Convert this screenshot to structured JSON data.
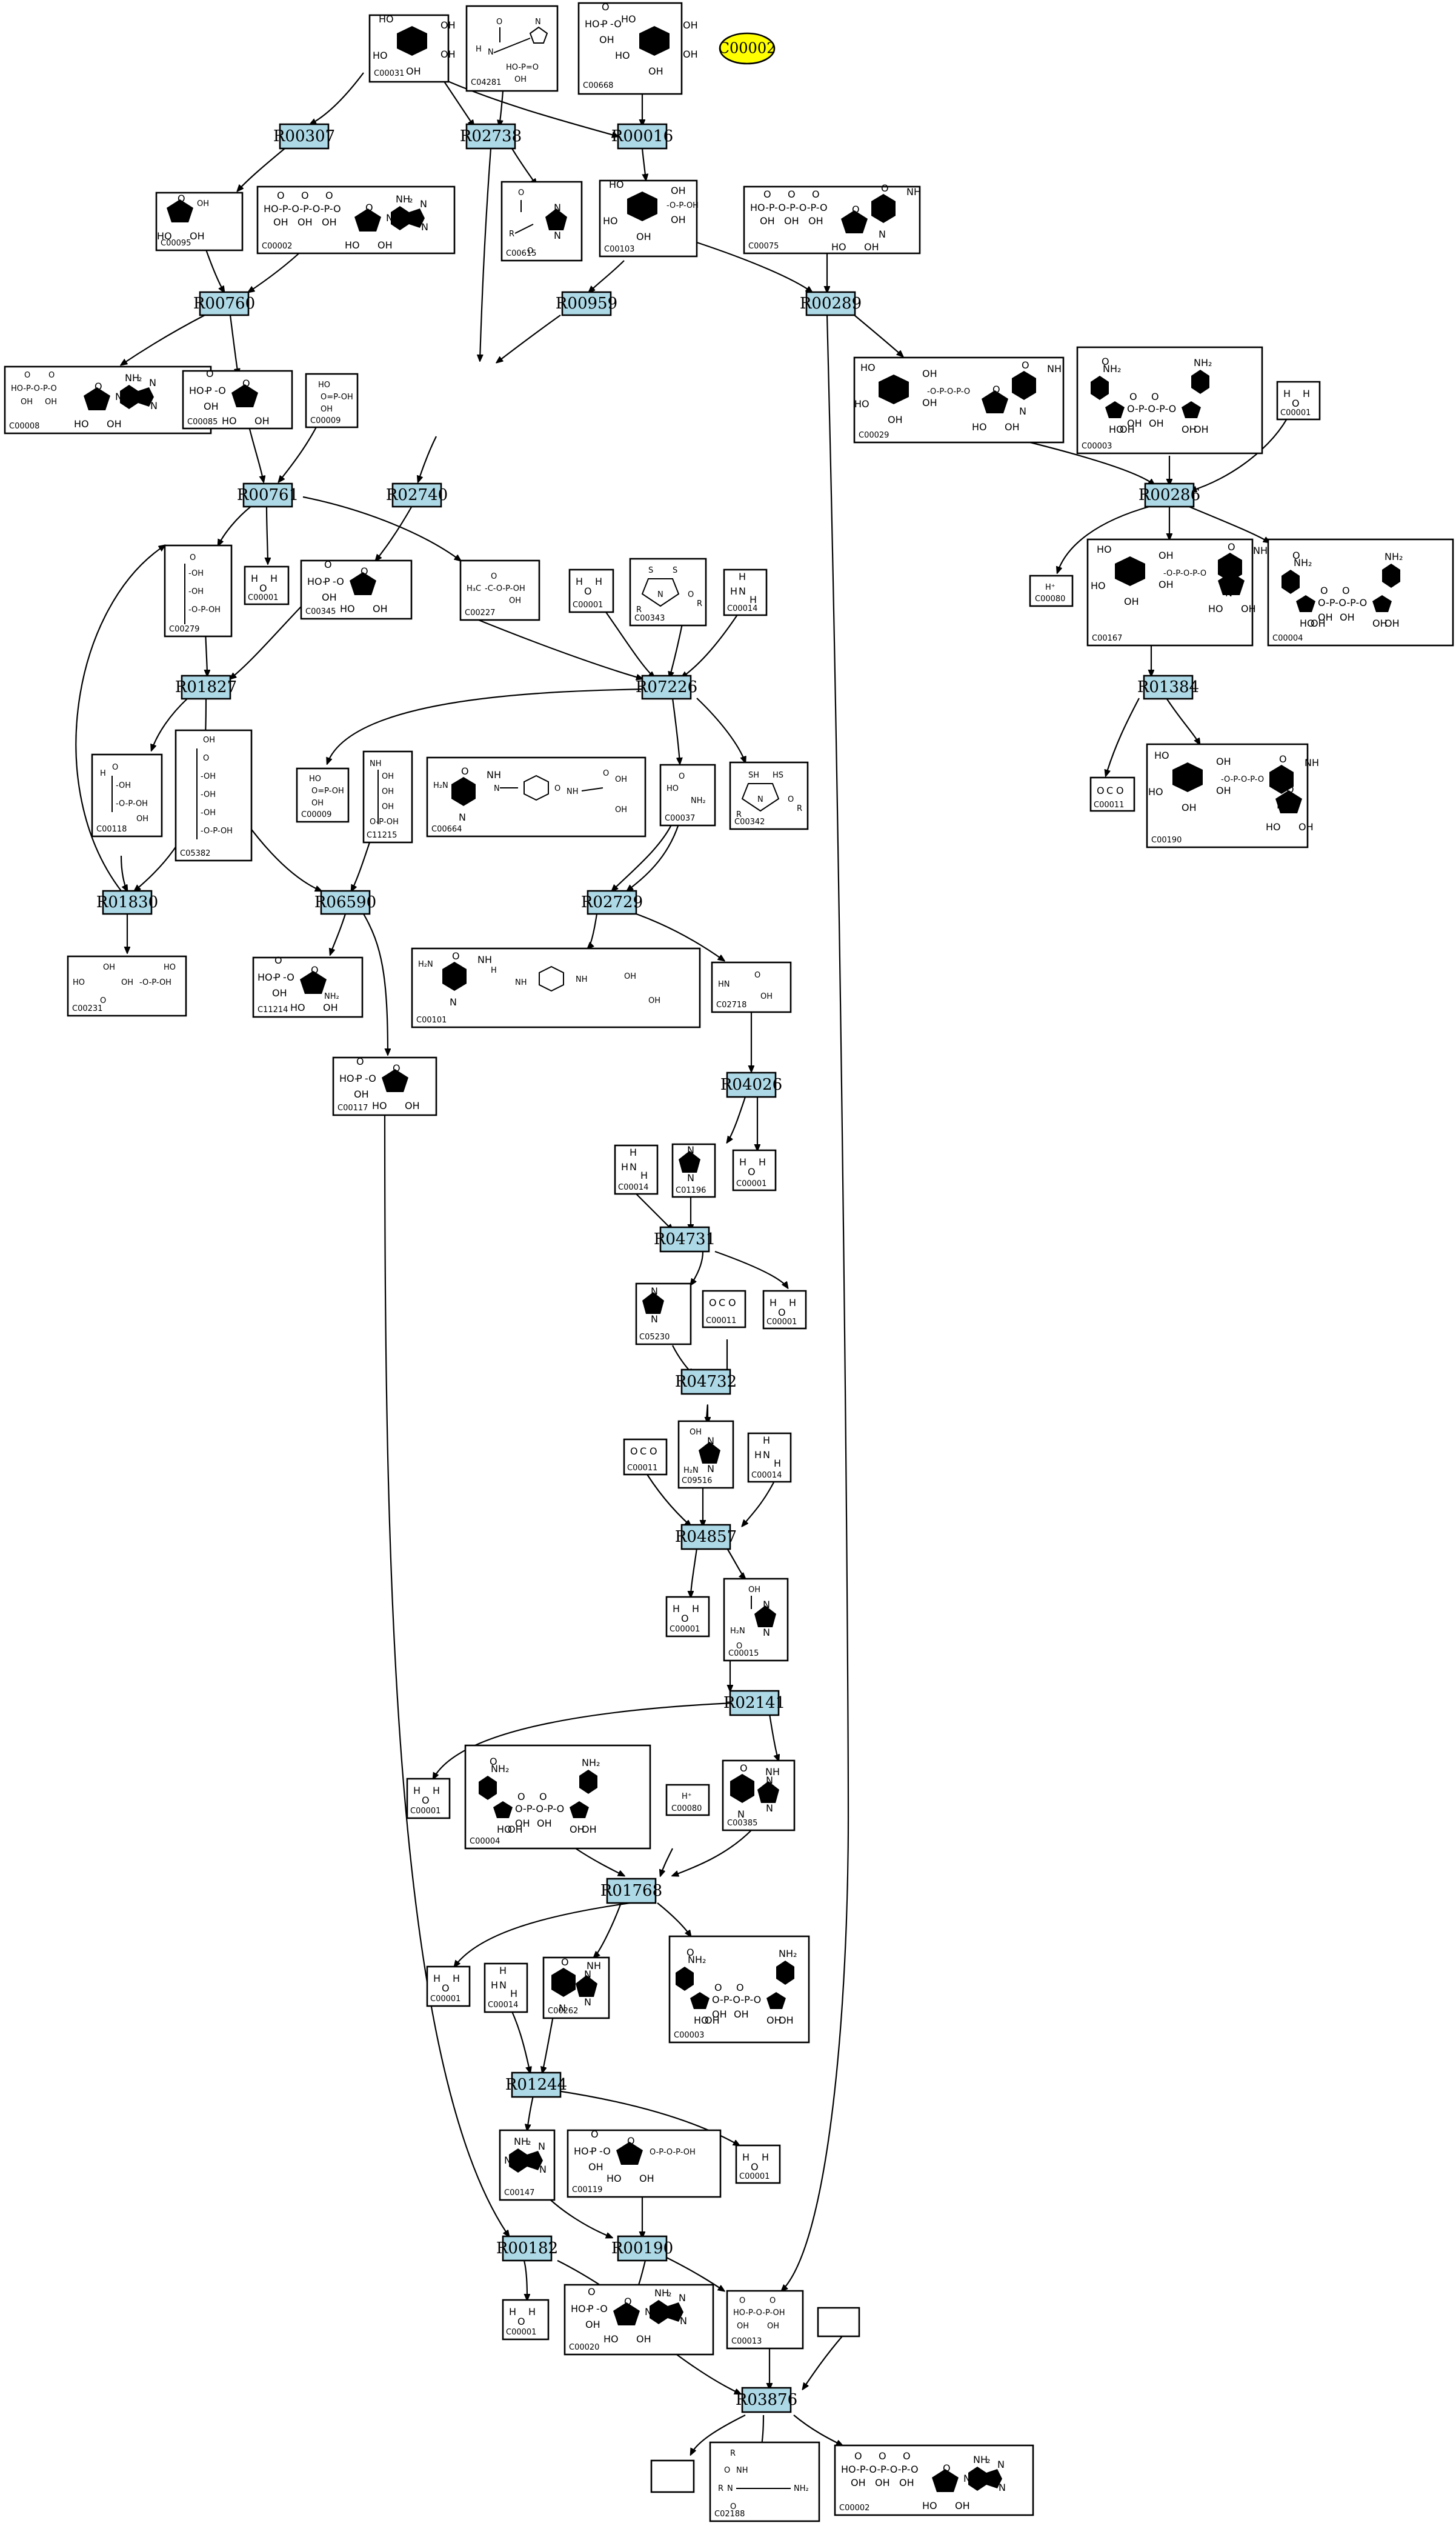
{
  "legend": {
    "highlight_compound": "C00002",
    "highlight_color": "#ffff00"
  },
  "colors": {
    "reaction_fill": "#add8e6",
    "stroke": "#000000"
  },
  "reactions": [
    "R00307",
    "R02738",
    "R00016",
    "R00760",
    "R00959",
    "R00289",
    "R00761",
    "R02740",
    "R00286",
    "R01827",
    "R07226",
    "R01384",
    "R01830",
    "R06590",
    "R02729",
    "R04026",
    "R04731",
    "R04732",
    "R04857",
    "R02141",
    "R01768",
    "R01244",
    "R00182",
    "R00190",
    "R03876"
  ],
  "compounds": [
    "C00031",
    "C04281",
    "C00668",
    "C00095",
    "C00002",
    "C00615",
    "C00103",
    "C00075",
    "C00008",
    "C00085",
    "C00009",
    "C00029",
    "C00003",
    "C00001",
    "C00279",
    "C00345",
    "C00227",
    "C00343",
    "C00014",
    "C00080",
    "C00167",
    "C00004",
    "C00118",
    "C05382",
    "C11215",
    "C00664",
    "C00037",
    "C00342",
    "C00011",
    "C00190",
    "C00231",
    "C11214",
    "C00101",
    "C02718",
    "C00117",
    "C01196",
    "C05230",
    "C09516",
    "C00015",
    "C00385",
    "C00262",
    "C00147",
    "C00119",
    "C00020",
    "C00013",
    "C02188"
  ]
}
